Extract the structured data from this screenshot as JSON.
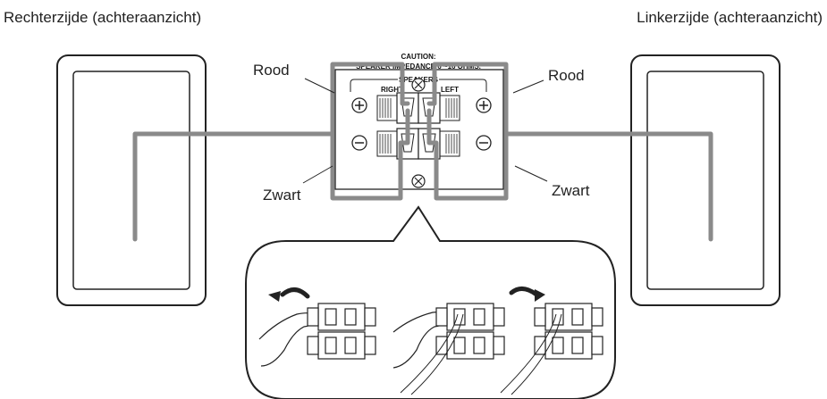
{
  "labels": {
    "right_side": "Rechterzijde (achteraanzicht)",
    "left_side": "Linkerzijde (achteraanzicht)",
    "red_right": "Rood",
    "red_left": "Rood",
    "black_right": "Zwart",
    "black_left": "Zwart"
  },
  "panel": {
    "caution_line1": "CAUTION:",
    "caution_line2": "SPEAKER IMPEDANCE 6 ~16 OHMS.",
    "speakers": "SPEAKERS",
    "right": "RIGHT",
    "left": "LEFT",
    "plus": "+",
    "minus": "−"
  },
  "colors": {
    "wire": "#8a8a8a",
    "outline": "#222222"
  }
}
